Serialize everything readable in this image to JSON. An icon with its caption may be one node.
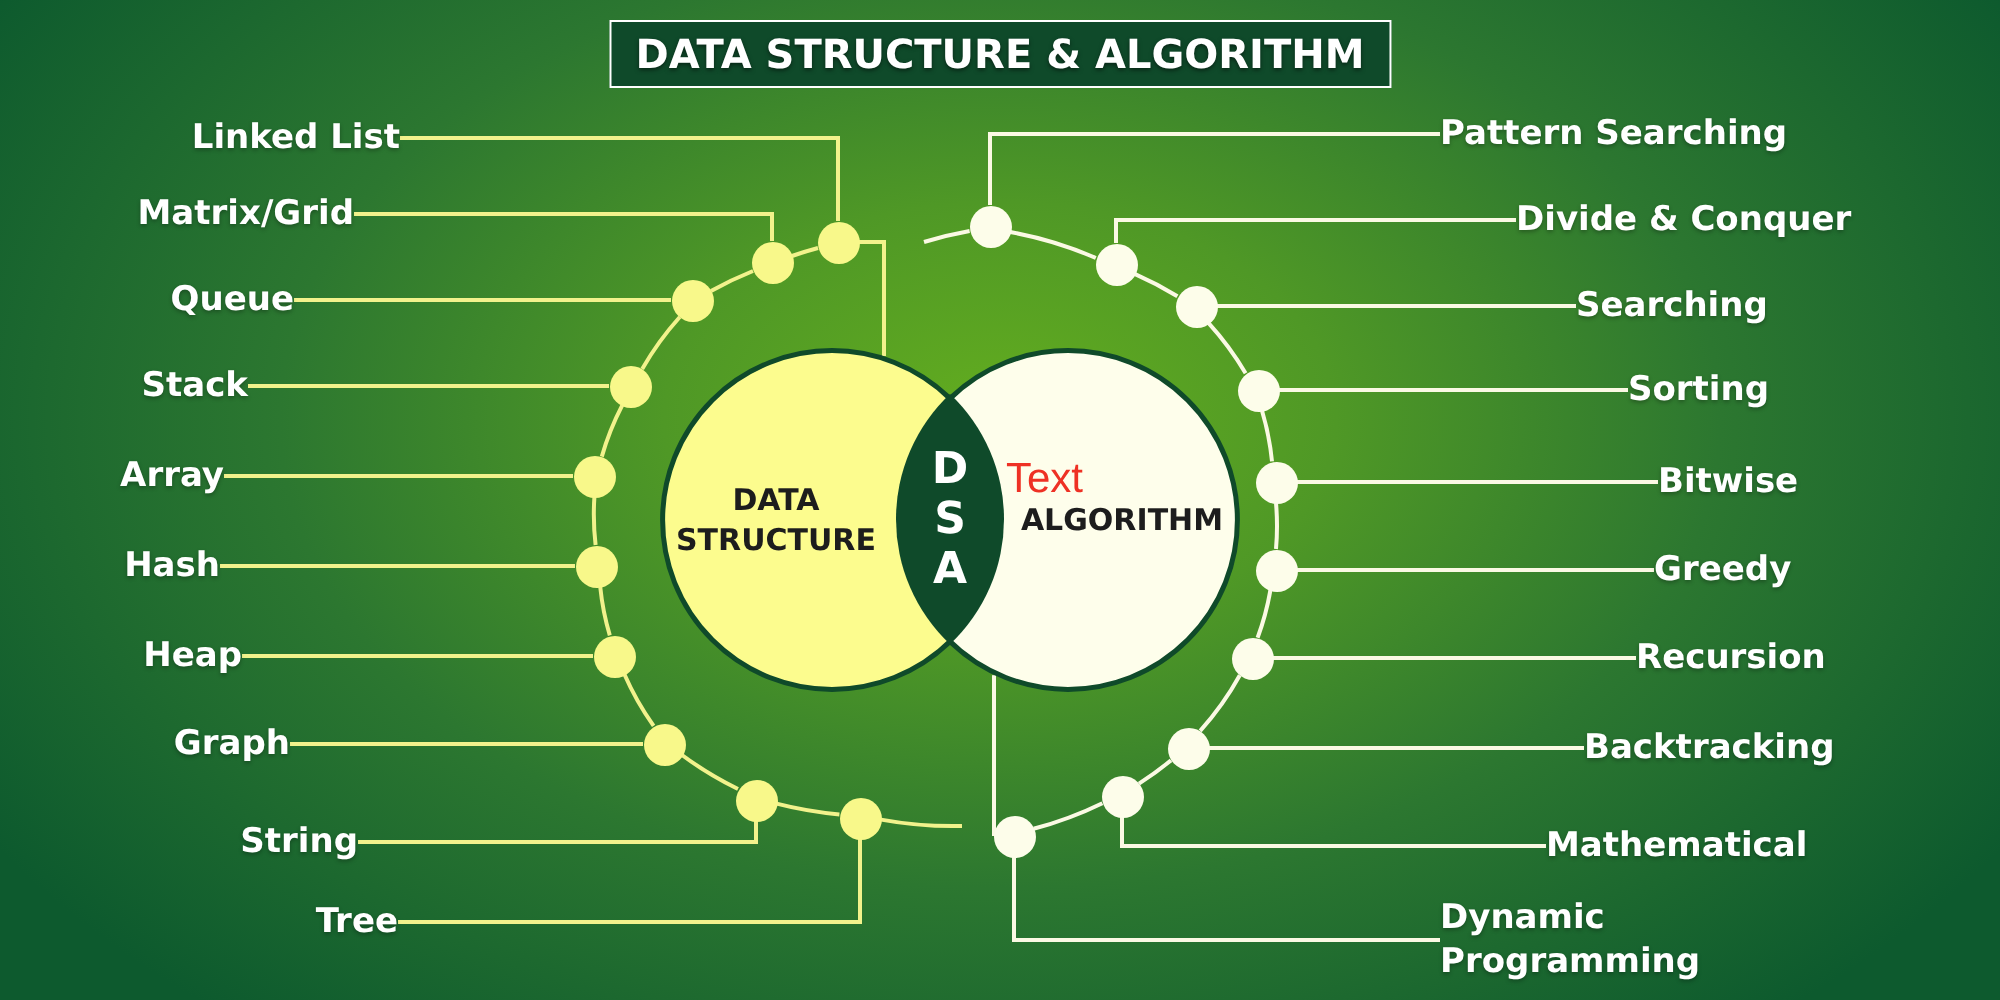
{
  "diagram": {
    "title": "DATA STRUCTURE & ALGORITHM",
    "nodes": [
      {
        "text": [
          "DATA STRUCTURE"
        ]
      },
      {
        "text": [
          "D S A"
        ]
      },
      {
        "text": [
          "ALGORITHM"
        ]
      },
      {
        "text": [
          "Linked List"
        ]
      },
      {
        "text": [
          "Matrix/Grid"
        ]
      },
      {
        "text": [
          "Queue"
        ]
      },
      {
        "text": [
          "Stack"
        ]
      },
      {
        "text": [
          "Array"
        ]
      },
      {
        "text": [
          "Hash"
        ]
      },
      {
        "text": [
          "Heap"
        ]
      },
      {
        "text": [
          "Graph"
        ]
      },
      {
        "text": [
          "String"
        ]
      },
      {
        "text": [
          "Tree"
        ]
      },
      {
        "text": [],
        "shape": "circle"
      },
      {
        "text": [],
        "shape": "circle"
      },
      {
        "text": [],
        "shape": "circle"
      },
      {
        "text": [],
        "shape": "circle"
      },
      {
        "text": [],
        "shape": "circle"
      },
      {
        "text": [],
        "shape": "circle"
      },
      {
        "text": [],
        "shape": "circle"
      },
      {
        "text": [],
        "shape": "circle"
      },
      {
        "text": [],
        "shape": "circle"
      },
      {
        "text": [],
        "shape": "circle"
      },
      {
        "text": [
          "Pattern Searching"
        ]
      },
      {
        "text": [
          "Divide & Conquer"
        ]
      },
      {
        "text": [
          "Searching"
        ]
      },
      {
        "text": [
          "Sorting"
        ]
      },
      {
        "text": [
          "Bitwise"
        ]
      },
      {
        "text": [
          "Greedy"
        ]
      },
      {
        "text": [
          "Recursion"
        ]
      },
      {
        "text": [
          "Backtracking"
        ]
      },
      {
        "text": [
          "Mathematical"
        ]
      },
      {
        "text": [
          "Dynamic Programming"
        ]
      },
      {
        "text": [],
        "shape": "circle"
      },
      {
        "text": [],
        "shape": "circle"
      },
      {
        "text": [],
        "shape": "circle"
      },
      {
        "text": [],
        "shape": "circle"
      },
      {
        "text": [],
        "shape": "circle"
      },
      {
        "text": [],
        "shape": "circle"
      },
      {
        "text": [],
        "shape": "circle"
      },
      {
        "text": [],
        "shape": "circle"
      },
      {
        "text": [],
        "shape": "circle"
      },
      {
        "text": [],
        "shape": "circle"
      }
    ],
    "edges": [
      {
        "from": 3,
        "to": 13,
        "arrow": "none",
        "color": "#f2f28c"
      },
      {
        "from": 4,
        "to": 14,
        "arrow": "none",
        "color": "#f2f28c"
      },
      {
        "from": 5,
        "to": 15,
        "arrow": "none",
        "color": "#f2f28c"
      },
      {
        "from": 6,
        "to": 16,
        "arrow": "none",
        "color": "#f2f28c"
      },
      {
        "from": 7,
        "to": 17,
        "arrow": "none",
        "color": "#f2f28c"
      },
      {
        "from": 8,
        "to": 18,
        "arrow": "none",
        "color": "#f2f28c"
      },
      {
        "from": 9,
        "to": 19,
        "arrow": "none",
        "color": "#f2f28c"
      },
      {
        "from": 10,
        "to": 20,
        "arrow": "none",
        "color": "#f2f28c"
      },
      {
        "from": 11,
        "to": 21,
        "arrow": "none",
        "color": "#f2f28c"
      },
      {
        "from": 12,
        "to": 22,
        "arrow": "none",
        "color": "#f2f28c"
      },
      {
        "from": 13,
        "to": 14,
        "arrow": "none",
        "color": "#f2f28c"
      },
      {
        "from": 14,
        "to": 15,
        "arrow": "none",
        "color": "#f2f28c"
      },
      {
        "from": 15,
        "to": 16,
        "arrow": "none",
        "color": "#f2f28c"
      },
      {
        "from": 16,
        "to": 17,
        "arrow": "none",
        "color": "#f2f28c"
      },
      {
        "from": 17,
        "to": 18,
        "arrow": "none",
        "color": "#f2f28c"
      },
      {
        "from": 18,
        "to": 19,
        "arrow": "none",
        "color": "#f2f28c"
      },
      {
        "from": 19,
        "to": 20,
        "arrow": "none",
        "color": "#f2f28c"
      },
      {
        "from": 20,
        "to": 21,
        "arrow": "none",
        "color": "#f2f28c"
      },
      {
        "from": 21,
        "to": 22,
        "arrow": "none",
        "color": "#f2f28c"
      },
      {
        "from": 22,
        "to": null,
        "arrow": "none",
        "color": "#f2f28c"
      },
      {
        "from": 0,
        "to": 13,
        "arrow": "none",
        "color": "#f2f28c"
      },
      {
        "from": 23,
        "to": 33,
        "arrow": "none"
      },
      {
        "from": 24,
        "to": 34,
        "arrow": "none"
      },
      {
        "from": 25,
        "to": 35,
        "arrow": "none"
      },
      {
        "from": 26,
        "to": 36,
        "arrow": "none"
      },
      {
        "from": 27,
        "to": 37,
        "arrow": "none"
      },
      {
        "from": 28,
        "to": 38,
        "arrow": "none"
      },
      {
        "from": 29,
        "to": 39,
        "arrow": "none"
      },
      {
        "from": 30,
        "to": 40,
        "arrow": "none"
      },
      {
        "from": 31,
        "to": 41,
        "arrow": "none"
      },
      {
        "from": 32,
        "to": 42,
        "arrow": "none"
      },
      {
        "from": 33,
        "to": 34,
        "arrow": "none"
      },
      {
        "from": 34,
        "to": 35,
        "arrow": "none"
      },
      {
        "from": 35,
        "to": 36,
        "arrow": "none"
      },
      {
        "from": 36,
        "to": 37,
        "arrow": "none"
      },
      {
        "from": 37,
        "to": 38,
        "arrow": "none"
      },
      {
        "from": 38,
        "to": 39,
        "arrow": "none"
      },
      {
        "from": 39,
        "to": 40,
        "arrow": "none"
      },
      {
        "from": 40,
        "to": 41,
        "arrow": "none"
      },
      {
        "from": 41,
        "to": 42,
        "arrow": "none"
      },
      {
        "from": null,
        "to": 33,
        "arrow": "none"
      },
      {
        "from": 2,
        "to": 42,
        "arrow": "none"
      }
    ],
    "labels": [
      "Text"
    ]
  }
}
